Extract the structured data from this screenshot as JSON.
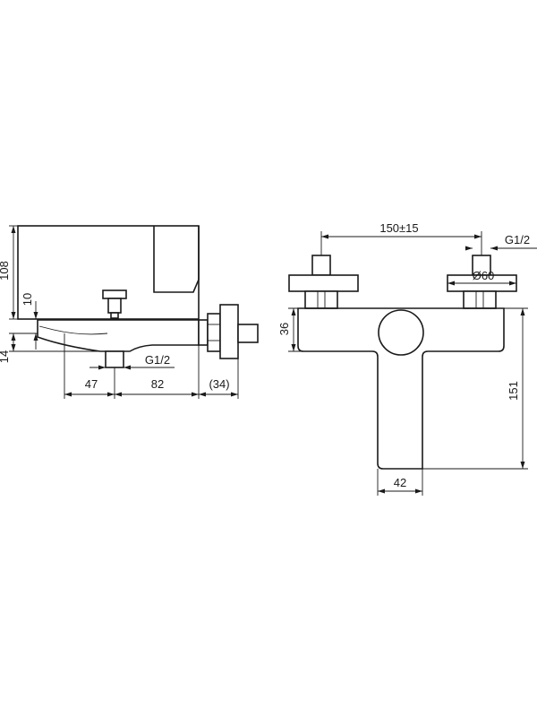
{
  "side_view": {
    "dim_height": "108",
    "dim_spout_offset": "10",
    "dim_spout_thickness": "14",
    "dim_outlet_to_spout": "47",
    "dim_outlet_to_wall": "82",
    "dim_wall_depth": "(34)",
    "thread_outlet": "G1/2"
  },
  "front_view": {
    "dim_inlet_spacing": "150±15",
    "thread_inlet": "G1/2",
    "flange_diameter": "Ø60",
    "dim_body_height": "36",
    "dim_total_height": "151",
    "dim_spout_width": "42"
  }
}
